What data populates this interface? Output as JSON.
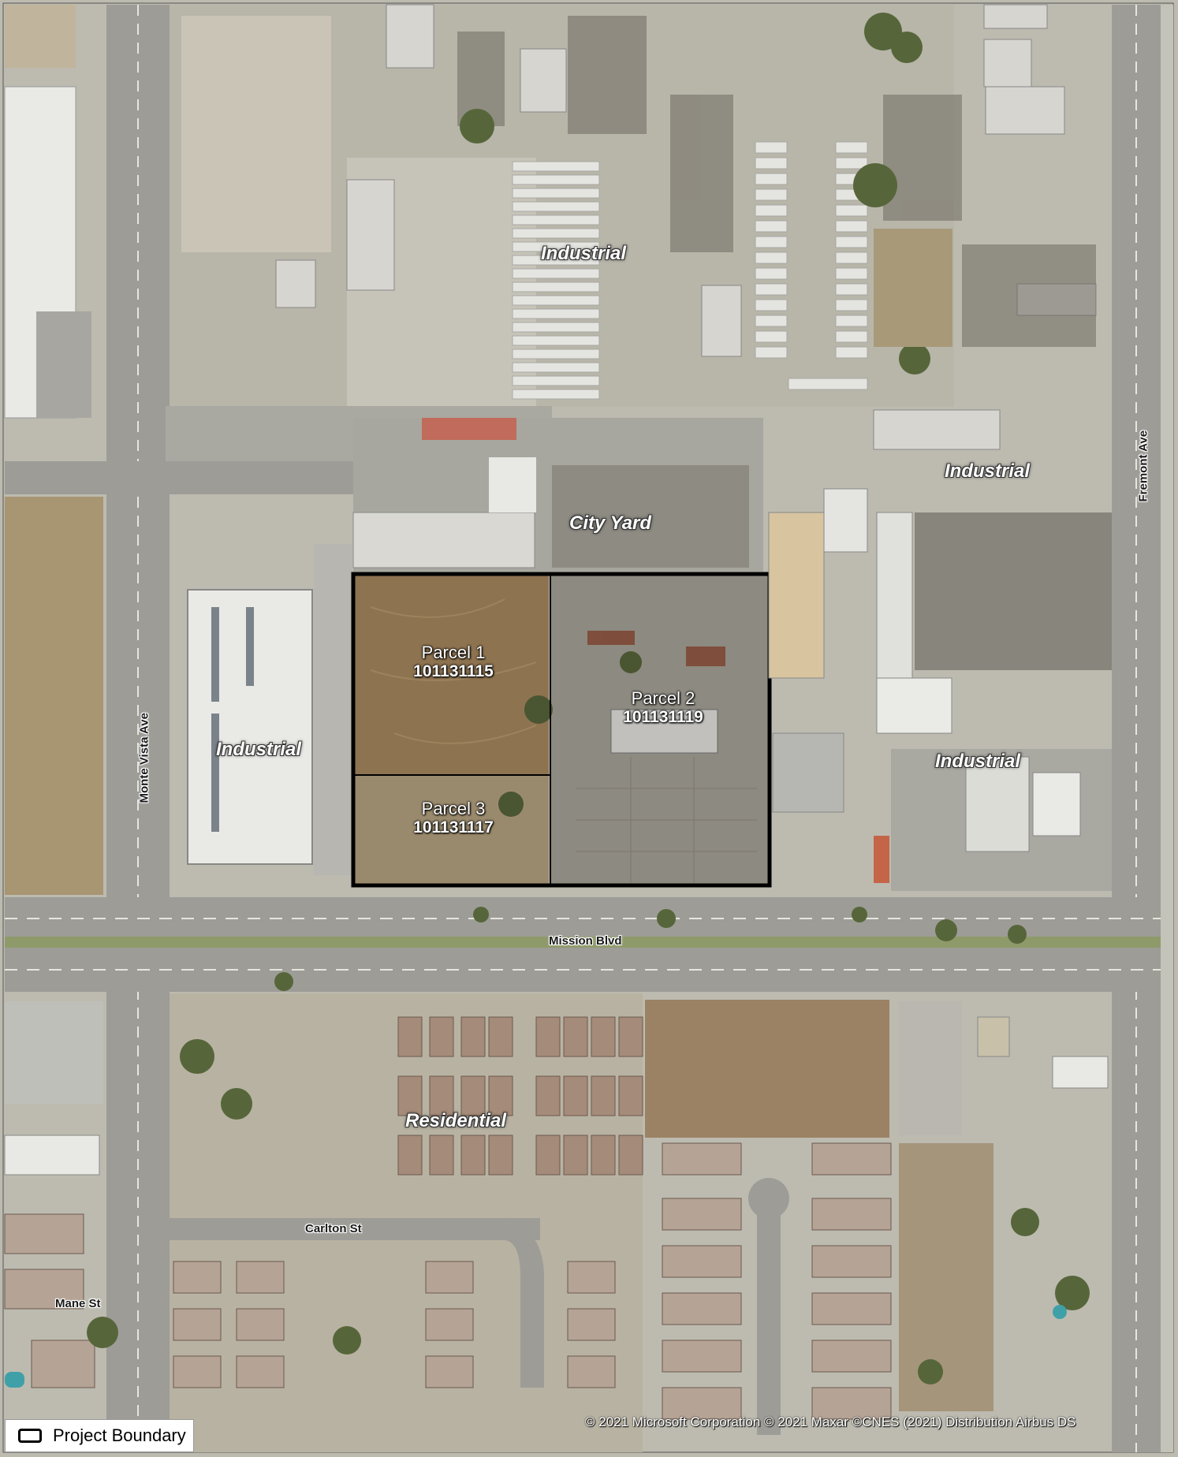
{
  "map": {
    "palette": {
      "background": "#c7c5b9",
      "industrial_ground": "#b9b7ac",
      "road": "#9a9a95",
      "road_marking": "#e8e8e0",
      "roof_light": "#e6e6e2",
      "roof_grey": "#bfc0bd",
      "dry_grass": "#8b6e46",
      "trees": "#5f6f3e",
      "residential_roof": "#a98f7f",
      "boundary": "#000000"
    },
    "area_labels": [
      {
        "id": "industrial-north",
        "text": "Industrial"
      },
      {
        "id": "industrial-east",
        "text": "Industrial"
      },
      {
        "id": "industrial-west",
        "text": "Industrial"
      },
      {
        "id": "industrial-southeast",
        "text": "Industrial"
      },
      {
        "id": "city-yard",
        "text": "City Yard"
      },
      {
        "id": "residential",
        "text": "Residential"
      }
    ],
    "street_labels": {
      "monte_vista": "Monte Vista Ave",
      "fremont": "Fremont Ave",
      "mission": "Mission Blvd",
      "carlton": "Carlton St",
      "mane": "Mane St"
    },
    "parcels": [
      {
        "name": "Parcel 1",
        "apn": "101131115"
      },
      {
        "name": "Parcel 2",
        "apn": "101131119"
      },
      {
        "name": "Parcel 3",
        "apn": "101131117"
      }
    ]
  },
  "legend": {
    "label": "Project Boundary",
    "icon": "rounded-rectangle-outline"
  },
  "attribution": "© 2021 Microsoft Corporation © 2021 Maxar ©CNES (2021) Distribution Airbus DS"
}
